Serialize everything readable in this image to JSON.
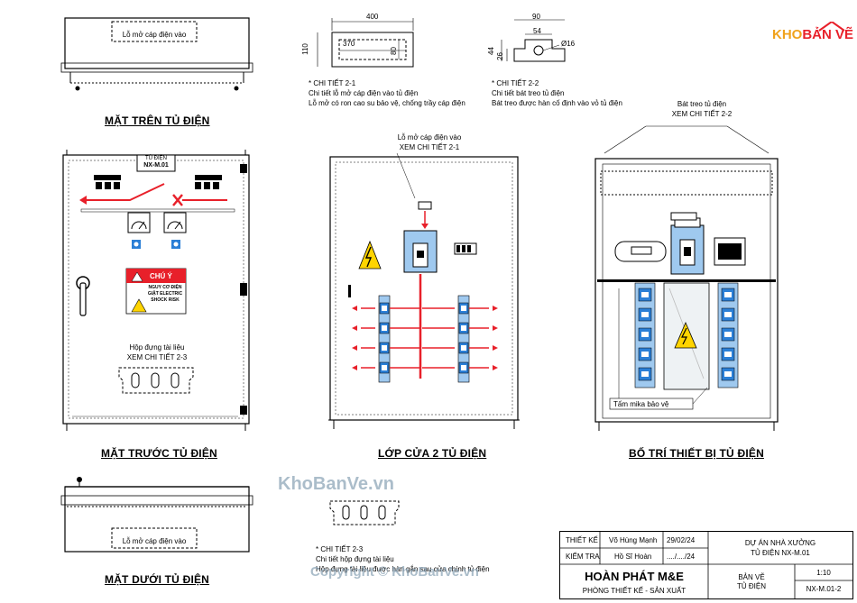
{
  "logo": {
    "kho": "KHO",
    "banve": "BẢN VẼ"
  },
  "views": {
    "top_title": "MẶT TRÊN TỦ ĐIỆN",
    "top_label": "Lỗ mở cáp điện vào",
    "front_title": "MẶT TRƯỚC TỦ ĐIỆN",
    "door_title": "LỚP CỬA 2 TỦ ĐIỆN",
    "layout_title": "BỐ TRÍ THIẾT BỊ TỦ ĐIỆN",
    "bottom_title": "MẶT DƯỚI TỦ ĐIỆN",
    "bottom_label": "Lỗ mở cáp điện vào"
  },
  "front_panel": {
    "code": "NX-M.01",
    "header": "TỦ ĐIỆN",
    "warning_title": "CHÚ Ý",
    "warning_text": "NGUY CƠ ĐIỆN GIẬT ELECTRIC SHOCK RISK",
    "doc_holder_line1": "Hộp đựng tài liệu",
    "doc_holder_line2": "XEM CHI TIẾT 2-3"
  },
  "door_notes": {
    "line1": "Lỗ mở cáp điện vào",
    "line2": "XEM CHI TIẾT 2-1"
  },
  "layout_notes": {
    "line1": "Bát treo tủ điện",
    "line2": "XEM CHI TIẾT 2-2",
    "mica": "Tấm mika bảo vệ"
  },
  "detail_2_1": {
    "dim_width": "400",
    "dim_inner": "370",
    "dim_height": "110",
    "dim_small": "80",
    "title": "* CHI TIẾT 2-1",
    "line1": "Chi tiết lỗ mở cáp điện vào tủ điện",
    "line2": "Lỗ mở có ron cao su bảo vệ, chống trầy cáp điện"
  },
  "detail_2_2": {
    "dim_width": "90",
    "dim_inner": "54",
    "dim_height": "44",
    "dim_small": "26",
    "dim_hole": "Ø16",
    "title": "* CHI TIẾT 2-2",
    "line1": "Chi tiết bát treo tủ điện",
    "line2": "Bát treo được hàn cố định vào vỏ tủ điện"
  },
  "detail_2_3": {
    "title": "* CHI TIẾT 2-3",
    "line1": "Chi tiết hộp đựng tài liệu",
    "line2": "Hộp đựng tài liệu được hàn gắn sau cửa chính tủ điện"
  },
  "watermarks": {
    "main": "KhoBanVe.vn",
    "copyright": "Copyright © KhoBanVe.vn"
  },
  "title_block": {
    "thiet_ke_label": "THIẾT KẾ",
    "thiet_ke_name": "Võ Hùng Mạnh",
    "thiet_ke_date": "29/02/24",
    "kiem_tra_label": "KIỂM TRA",
    "kiem_tra_name": "Hồ Sĩ Hoàn",
    "kiem_tra_date": "..../..../24",
    "company": "HOÀN PHÁT M&E",
    "department": "PHÒNG  THIẾT KẾ - SẢN XUẤT",
    "project_line1": "DỰ ÁN NHÀ XƯỞNG",
    "project_line2": "TỦ ĐIỆN NX-M.01",
    "drawing_label": "BẢN VẼ",
    "drawing_name": "TỦ ĐIỆN",
    "scale": "1:10",
    "sheet": "NX-M.01-2"
  },
  "colors": {
    "red": "#e8202a",
    "blue": "#2b7fd6",
    "light_blue": "#9fc9ef",
    "yellow": "#ffd400",
    "watermark": "#8fa7b9"
  }
}
